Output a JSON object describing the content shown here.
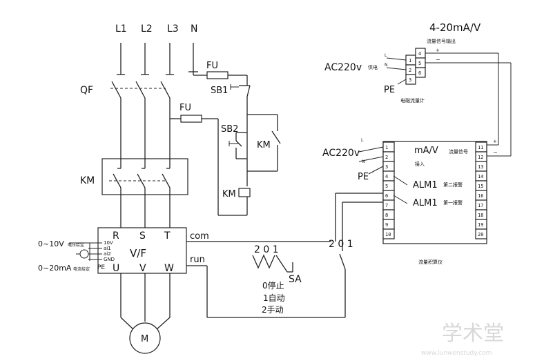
{
  "supply": {
    "l1": "L1",
    "l2": "L2",
    "l3": "L3",
    "n": "N"
  },
  "components": {
    "breaker": "QF",
    "fuse_top": "FU",
    "fuse_mid": "FU",
    "sb1": "SB1",
    "sb2": "SB2",
    "km_contact": "KM",
    "km_coil": "KM",
    "km_main": "KM",
    "motor": "M"
  },
  "inverter": {
    "r": "R",
    "s": "S",
    "t": "T",
    "u": "U",
    "v": "V",
    "w": "W",
    "vf": "V/F",
    "com": "com",
    "run": "run",
    "term_10v": "10V",
    "term_ai1": "ai1",
    "term_ai2": "ai2",
    "term_gnd": "GND",
    "term_pe": "PE"
  },
  "inputs": {
    "voltage_label": "0~10V",
    "current_label": "0~20mA"
  },
  "flowmeter": {
    "title": "4-20mA/V",
    "subtitle": "流量信号输出",
    "ac_label": "AC220v",
    "ac_tag": "供电",
    "pe": "PE",
    "caption": "电磁流量计",
    "terms": [
      "1",
      "2",
      "3",
      "4",
      "5",
      "6"
    ],
    "plus": "+",
    "minus": "−",
    "wire_l": "L",
    "wire_n": "N"
  },
  "controller": {
    "ac_label": "AC220v",
    "pe": "PE",
    "input_label": "mA/V",
    "input_tag": "流量信号",
    "input_tag2": "接入",
    "alm1_second": "ALM1",
    "alm1_second_tag": "第二报警",
    "alm1_first": "ALM1",
    "alm1_first_tag": "第一报警",
    "caption": "流量积算仪",
    "left_terms": [
      "1",
      "2",
      "3",
      "4",
      "5",
      "6",
      "7",
      "8",
      "9",
      "10"
    ],
    "right_terms": [
      "11",
      "12",
      "13",
      "14",
      "15",
      "16",
      "17",
      "18",
      "19",
      "20"
    ],
    "plus": "+",
    "minus": "−",
    "wire_l": "L",
    "wire_n": "N"
  },
  "selector": {
    "positions": "2 0 1",
    "positions_right": "2 0 1",
    "name": "SA",
    "opt_stop": "0停止",
    "opt_auto": "1自动",
    "opt_manual": "2手动"
  },
  "watermark": {
    "text": "学术堂",
    "url": "www.lunwenstudy.com"
  }
}
